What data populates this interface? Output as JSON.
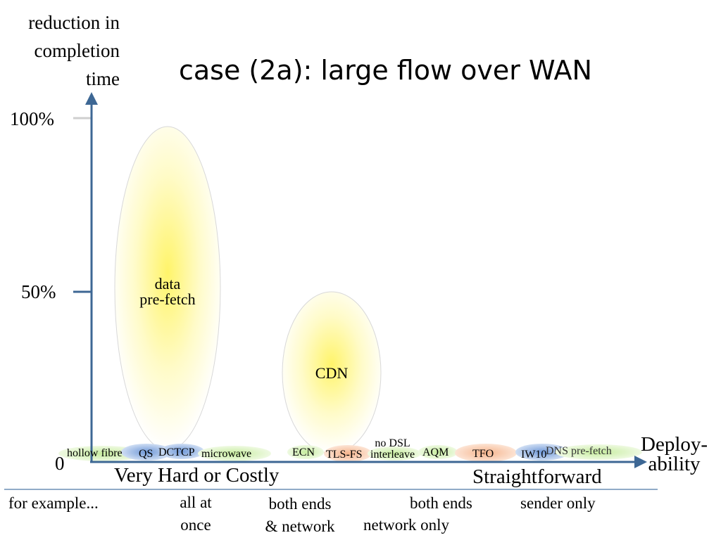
{
  "title": "case (2a): large flow over WAN",
  "y_axis": {
    "label": "reduction in completion time",
    "ticks": [
      "100%",
      "50%",
      "0"
    ]
  },
  "x_axis": {
    "label_line1": "Deploy-",
    "label_line2": "ability",
    "left_end": "Very Hard or Costly",
    "right_end": "Straightforward"
  },
  "blobs": {
    "data_prefetch": {
      "line1": "data",
      "line2": "pre-fetch",
      "value_pct": 97
    },
    "cdn": {
      "label": "CDN",
      "value_pct": 50
    }
  },
  "techniques": {
    "hollow_fibre": "hollow fibre",
    "qs": "QS",
    "dctcp": "DCTCP",
    "microwave": "microwave",
    "ecn": "ECN",
    "tls_fs": "TLS-FS",
    "no_dsl_l1": "no DSL",
    "no_dsl_l2": "interleave",
    "aqm": "AQM",
    "tfo": "TFO",
    "iw10": "IW10",
    "dns_prefetch": "DNS pre-fetch"
  },
  "categories": {
    "for_example": "for example...",
    "all_at_once_l1": "all at",
    "all_at_once_l2": "once",
    "both_ends_network_l1": "both ends",
    "both_ends_network_l2": "& network",
    "both_ends": "both ends",
    "network_only": "network only",
    "sender_only": "sender only"
  },
  "colors": {
    "axis": "#3d6794",
    "separator": "#6b8fb5",
    "yellow": "#fff46a",
    "green": "#c6ec9e",
    "blue": "#6f98d8",
    "orange": "#f6b48c"
  }
}
